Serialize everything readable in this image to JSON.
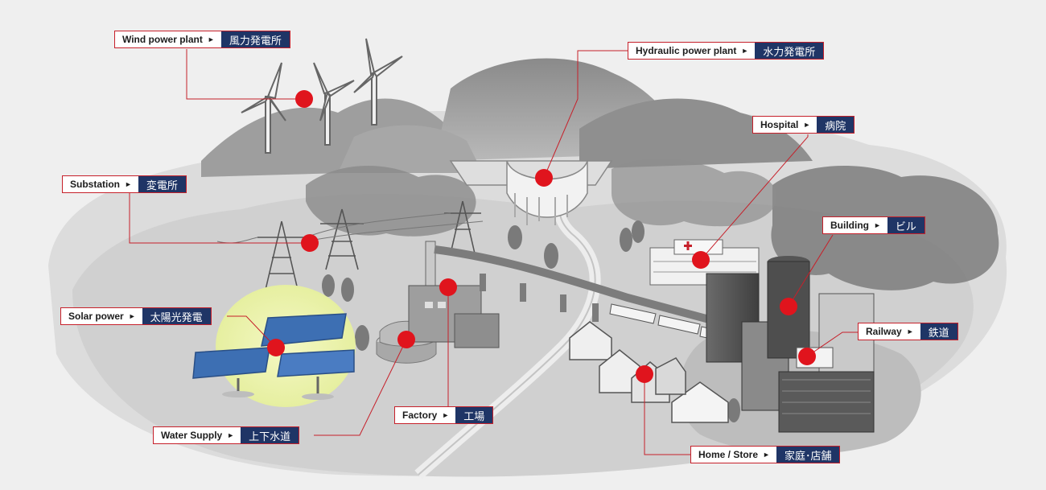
{
  "colors": {
    "marker": "#e0141d",
    "leader_line": "#c6202a",
    "label_jp_background": "#1f3566",
    "background": "#efefef",
    "solar_glow": "#eef5b3",
    "solar_panel": "#3d6fb3"
  },
  "labels": [
    {
      "id": "wind",
      "en": "Wind power plant",
      "jp": "風力発電所"
    },
    {
      "id": "hydro",
      "en": "Hydraulic power plant",
      "jp": "水力発電所"
    },
    {
      "id": "hospital",
      "en": "Hospital",
      "jp": "病院"
    },
    {
      "id": "substation",
      "en": "Substation",
      "jp": "変電所"
    },
    {
      "id": "building",
      "en": "Building",
      "jp": "ビル"
    },
    {
      "id": "solar",
      "en": "Solar power",
      "jp": "太陽光発電"
    },
    {
      "id": "railway",
      "en": "Railway",
      "jp": "鉄道"
    },
    {
      "id": "factory",
      "en": "Factory",
      "jp": "工場"
    },
    {
      "id": "water",
      "en": "Water Supply",
      "jp": "上下水道"
    },
    {
      "id": "home",
      "en": "Home / Store",
      "jp": "家庭･店舗"
    }
  ],
  "arrow_glyph": "►"
}
